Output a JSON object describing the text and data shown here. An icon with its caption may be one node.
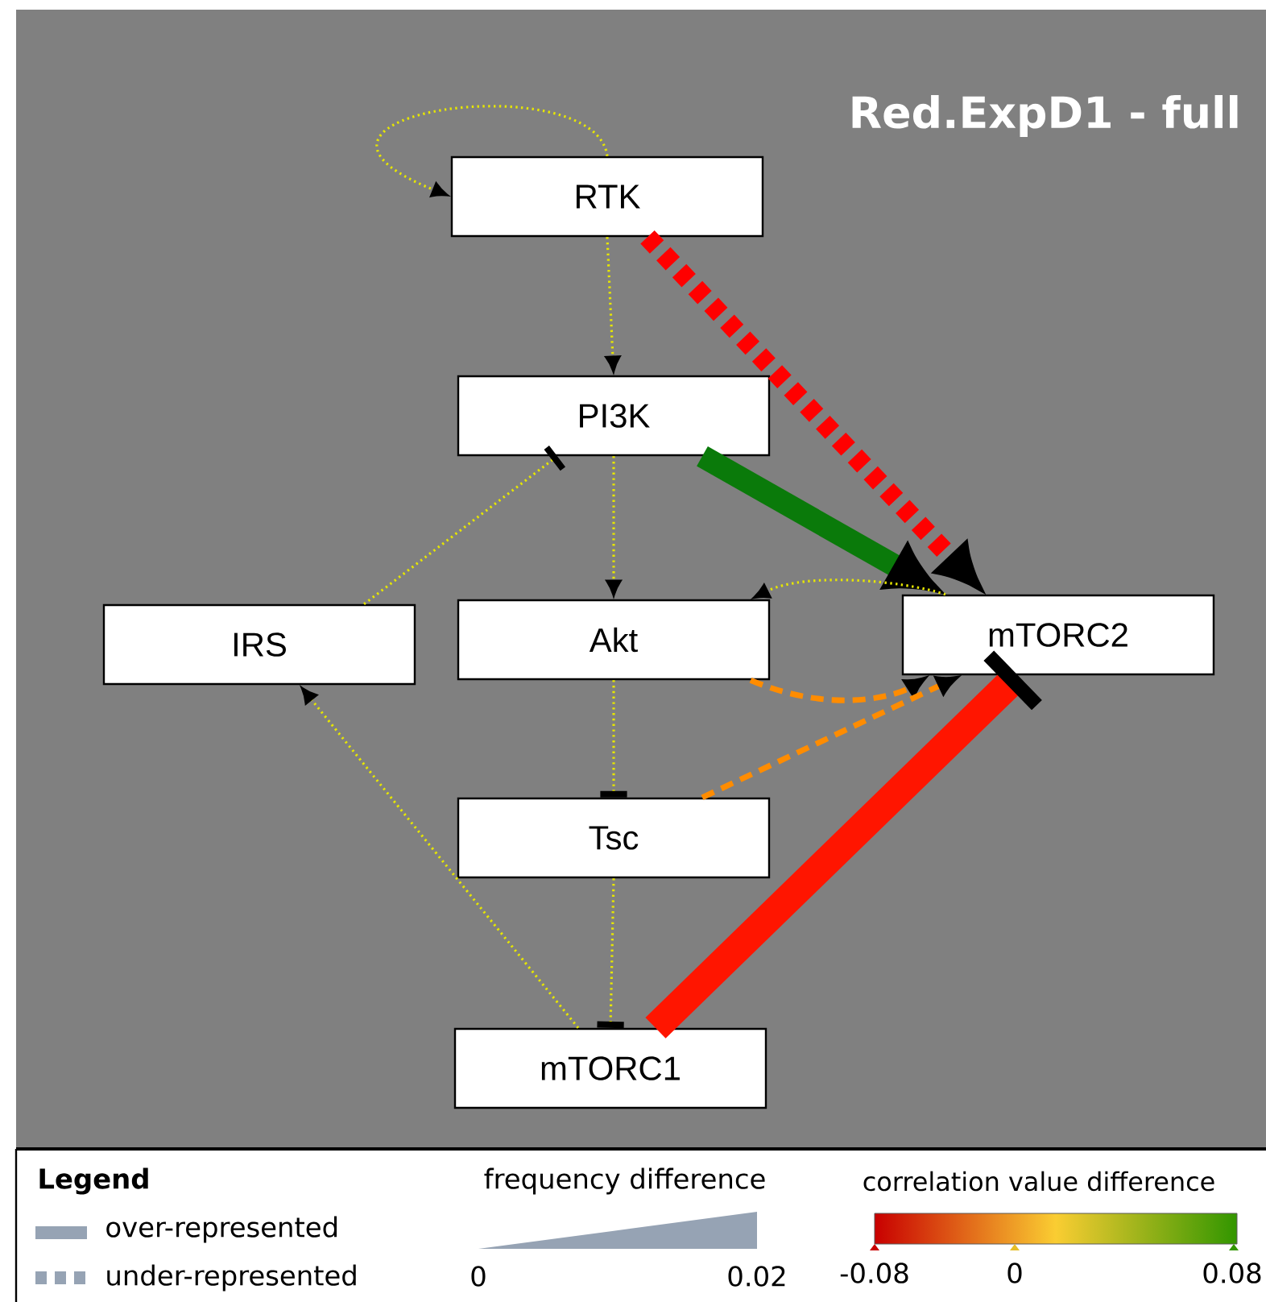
{
  "diagram": {
    "title": "Red.ExpD1 - full",
    "nodes": [
      {
        "text": [
          "RTK"
        ]
      },
      {
        "text": [
          "PI3K"
        ]
      },
      {
        "text": [
          "IRS"
        ]
      },
      {
        "text": [
          "Akt"
        ]
      },
      {
        "text": [
          "mTORC2"
        ]
      },
      {
        "text": [
          "Tsc"
        ]
      },
      {
        "text": [
          "mTORC1"
        ]
      }
    ],
    "edges": [
      {
        "from": 0,
        "to": 0,
        "arrow": "to",
        "style": "dashed"
      },
      {
        "from": 0,
        "to": 1,
        "arrow": "to",
        "style": "dashed"
      },
      {
        "from": 0,
        "to": 4,
        "arrow": "to",
        "style": "dashed",
        "color": "#ff0000"
      },
      {
        "from": 1,
        "to": 4,
        "arrow": "to",
        "style": "thick",
        "color": "#0a7a0a"
      },
      {
        "from": 1,
        "to": 3,
        "arrow": "to",
        "style": "dashed"
      },
      {
        "from": 2,
        "to": 1,
        "arrow": "other",
        "style": "dashed"
      },
      {
        "from": 4,
        "to": 3,
        "arrow": "to",
        "style": "dashed"
      },
      {
        "from": 3,
        "to": 4,
        "arrow": "to",
        "style": "dashed",
        "color": "#ff8c00"
      },
      {
        "from": 5,
        "to": 4,
        "arrow": "to",
        "style": "dashed",
        "color": "#ff8c00"
      },
      {
        "from": 3,
        "to": 5,
        "arrow": "other",
        "style": "dashed"
      },
      {
        "from": 5,
        "to": 6,
        "arrow": "other",
        "style": "dashed"
      },
      {
        "from": 6,
        "to": 2,
        "arrow": "to",
        "style": "dashed"
      },
      {
        "from": 6,
        "to": 4,
        "arrow": "other",
        "style": "thick",
        "color": "#ff1500"
      }
    ],
    "labels": [
      "Legend",
      "frequency difference",
      "0",
      "0.02",
      "correlation value difference",
      "-0.08",
      "0",
      "0.08"
    ],
    "legend": [
      {
        "text": "over-represented"
      },
      {
        "text": "under-represented"
      }
    ]
  }
}
